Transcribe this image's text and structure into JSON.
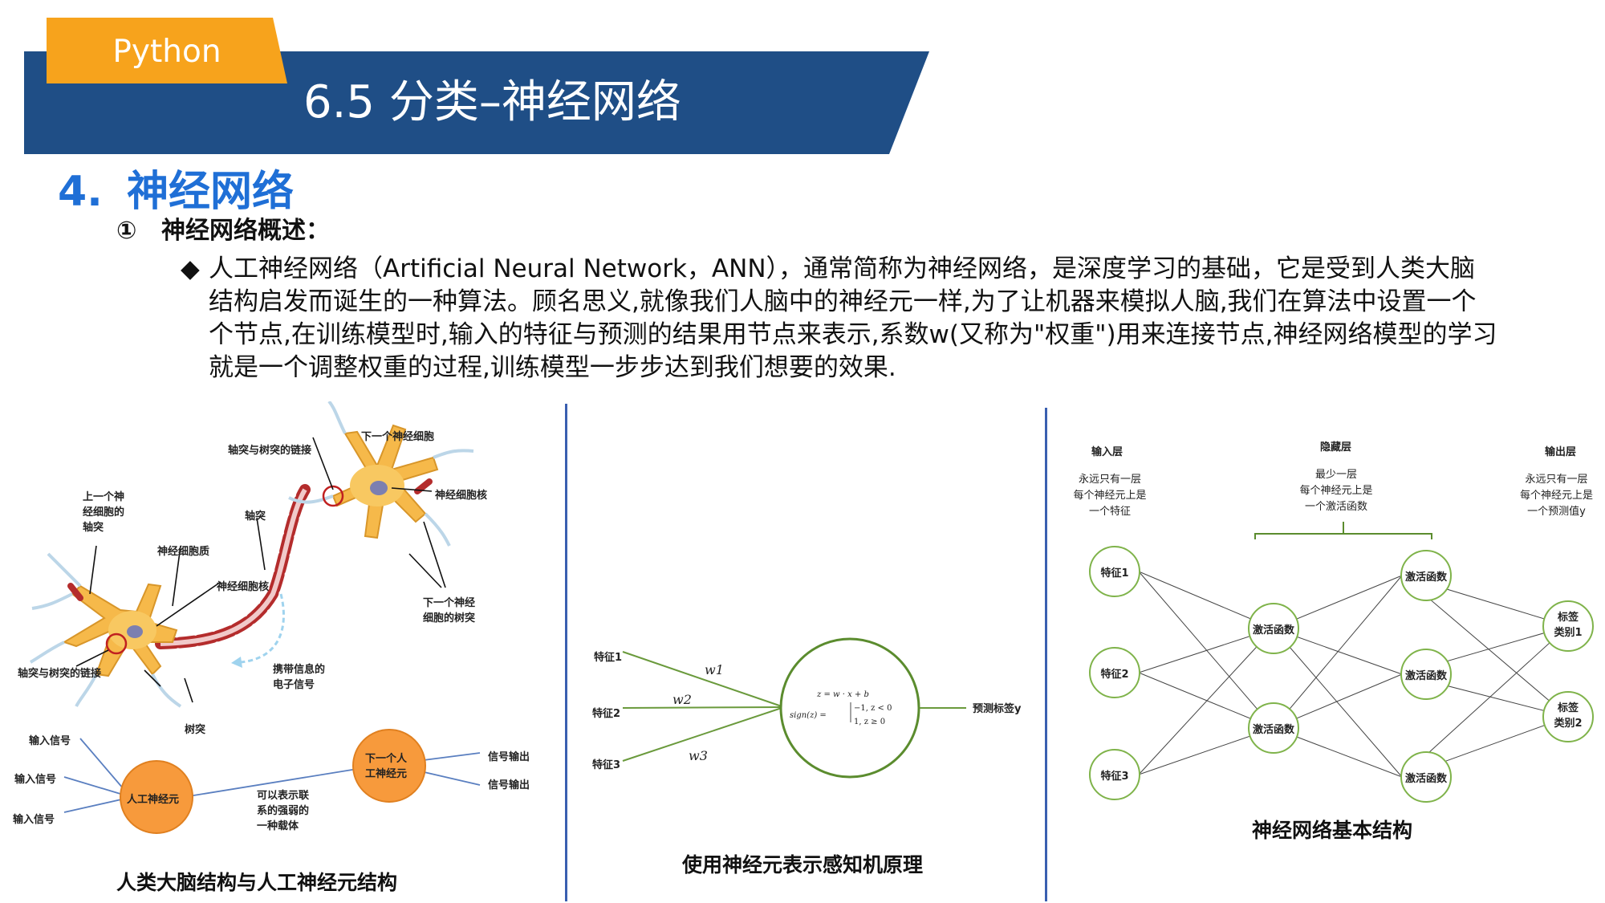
{
  "header": {
    "tag": "Python",
    "title": "6.5 分类–神经网络",
    "colors": {
      "banner": "#1f4e86",
      "tag": "#f7a31c",
      "accent_blue": "#1f6fd6"
    }
  },
  "section": {
    "number": "4.",
    "title": "神经网络"
  },
  "subsection": {
    "marker": "①",
    "title": "神经网络概述："
  },
  "bullet": {
    "marker": "◆",
    "lines": [
      "人工神经网络（Artificial Neural Network，ANN），通常简称为神经网络，是深度学习的基础，它是受到人类大脑",
      "结构启发而诞生的一种算法。顾名思义,就像我们人脑中的神经元一样,为了让机器来模拟人脑,我们在算法中设置一个",
      "个节点,在训练模型时,输入的特征与预测的结果用节点来表示,系数w(又称为\"权重\")用来连接节点,神经网络模型的学习",
      "就是一个调整权重的过程,训练模型一步步达到我们想要的效果."
    ]
  },
  "figure1": {
    "labels": {
      "next_cell": "下一个神经细胞",
      "axon_dendrite_link_top": "轴突与树突的链接",
      "prev_axon": [
        "上一个神",
        "经细胞的",
        "轴突"
      ],
      "axon": "轴突",
      "nucleus_top": "神经细胞核",
      "cytoplasm": "神经细胞质",
      "nucleus_mid": "神经细胞核",
      "next_dendrite": [
        "下一个神经",
        "细胞的树突"
      ],
      "axon_dendrite_link_left": "轴突与树突的链接",
      "signal": [
        "携带信息的",
        "电子信号"
      ],
      "dendrite": "树突",
      "input1": "输入信号",
      "input2": "输入信号",
      "input3": "输入信号",
      "artificial_neuron": "人工神经元",
      "next_artificial": [
        "下一个人",
        "工神经元"
      ],
      "link_strength": [
        "可以表示联",
        "系的强弱的",
        "一种载体"
      ],
      "output1": "信号输出",
      "output2": "信号输出"
    },
    "caption": "人类大脑结构与人工神经元结构"
  },
  "figure2": {
    "inputs": [
      "特征1",
      "特征2",
      "特征3"
    ],
    "weights": [
      "w1",
      "w2",
      "w3"
    ],
    "formula_line1": "z = w · x + b",
    "formula_sign": "sign(z) =",
    "formula_case1": "−1,   z < 0",
    "formula_case2": "1,    z ≥ 0",
    "output": "预测标签y",
    "caption": "使用神经元表示感知机原理"
  },
  "figure3": {
    "layer_titles": [
      "输入层",
      "隐藏层",
      "输出层"
    ],
    "input_desc": [
      "永远只有一层",
      "每个神经元上是",
      "一个特征"
    ],
    "hidden_desc": [
      "最少一层",
      "每个神经元上是",
      "一个激活函数"
    ],
    "output_desc": [
      "永远只有一层",
      "每个神经元上是",
      "一个预测值y"
    ],
    "input_nodes": [
      "特征1",
      "特征2",
      "特征3"
    ],
    "hidden1_nodes": [
      "激活函数",
      "激活函数"
    ],
    "hidden2_nodes": [
      "激活函数",
      "激活函数",
      "激活函数"
    ],
    "output_nodes": [
      [
        "标签",
        "类别1"
      ],
      [
        "标签",
        "类别2"
      ]
    ],
    "caption": "神经网络基本结构"
  }
}
